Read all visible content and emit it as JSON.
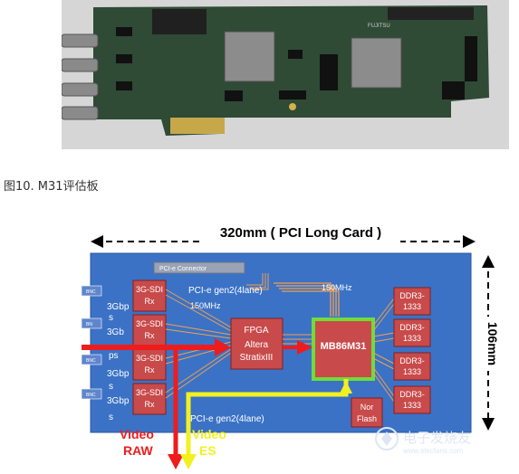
{
  "caption": "图10. M31评估板",
  "diagram": {
    "dimension_width": "320mm ( PCI Long Card )",
    "dimension_height": "106mm",
    "pcie_connector": "PCI-e Connector",
    "pcie_top": "PCI-e gen2(4lane)",
    "pcie_bottom": "PCI-e gen2(4lane)",
    "clk_left": "150MHz",
    "clk_right": "150MHz",
    "sdi": [
      "3G-SDI Rx",
      "3G-SDI Rx",
      "3G-SDI Rx",
      "3G-SDI Rx"
    ],
    "rates": [
      "3Gbp",
      "s",
      "3Gb",
      "ps",
      "3Gbp",
      "s",
      "3Gbp",
      "s"
    ],
    "fpga": [
      "FPGA",
      "Altera",
      "StratixIII"
    ],
    "chip": "MB86M31",
    "ddr": [
      "DDR3-1333",
      "DDR3-1333",
      "DDR3-1333",
      "DDR3-1333"
    ],
    "nor_flash": [
      "Nor",
      "Flash"
    ],
    "video_raw": [
      "Video",
      "RAW"
    ],
    "video_es": [
      "Video",
      "ES"
    ],
    "bnc_labels": [
      "BNC",
      "BN",
      "BNC",
      "BNC"
    ]
  },
  "watermark": "电子发烧友",
  "watermark_url": "www.elecfans.com",
  "colors": {
    "board": "#3b72c6",
    "block": "#c94a4a",
    "raw_arrow": "#ee1c1c",
    "es_arrow": "#f3f020",
    "chip_border": "#6fdc3b"
  }
}
